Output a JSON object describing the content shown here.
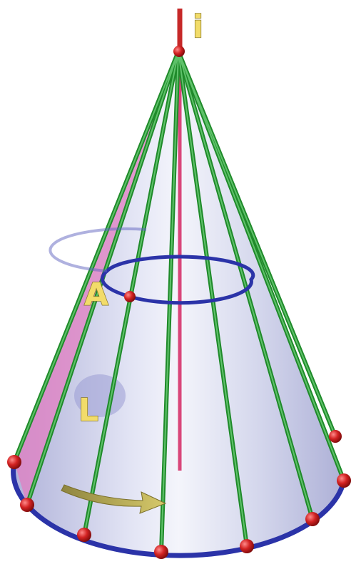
{
  "labels": {
    "axis": "i",
    "point": "A",
    "line": "L"
  },
  "colors": {
    "surface": "#c8cbe6",
    "generatrix": "#1f8a2a",
    "circle": "#2b33a8",
    "axis": "#d23a6a",
    "highlight_generatrix": "#e060b0",
    "vertex": "#c21e1e",
    "arrow": "#b8a84a",
    "label": "#f2dc6a"
  },
  "icons": {
    "vertex": "sphere-point",
    "arrow": "curved-rotation-arrow"
  }
}
